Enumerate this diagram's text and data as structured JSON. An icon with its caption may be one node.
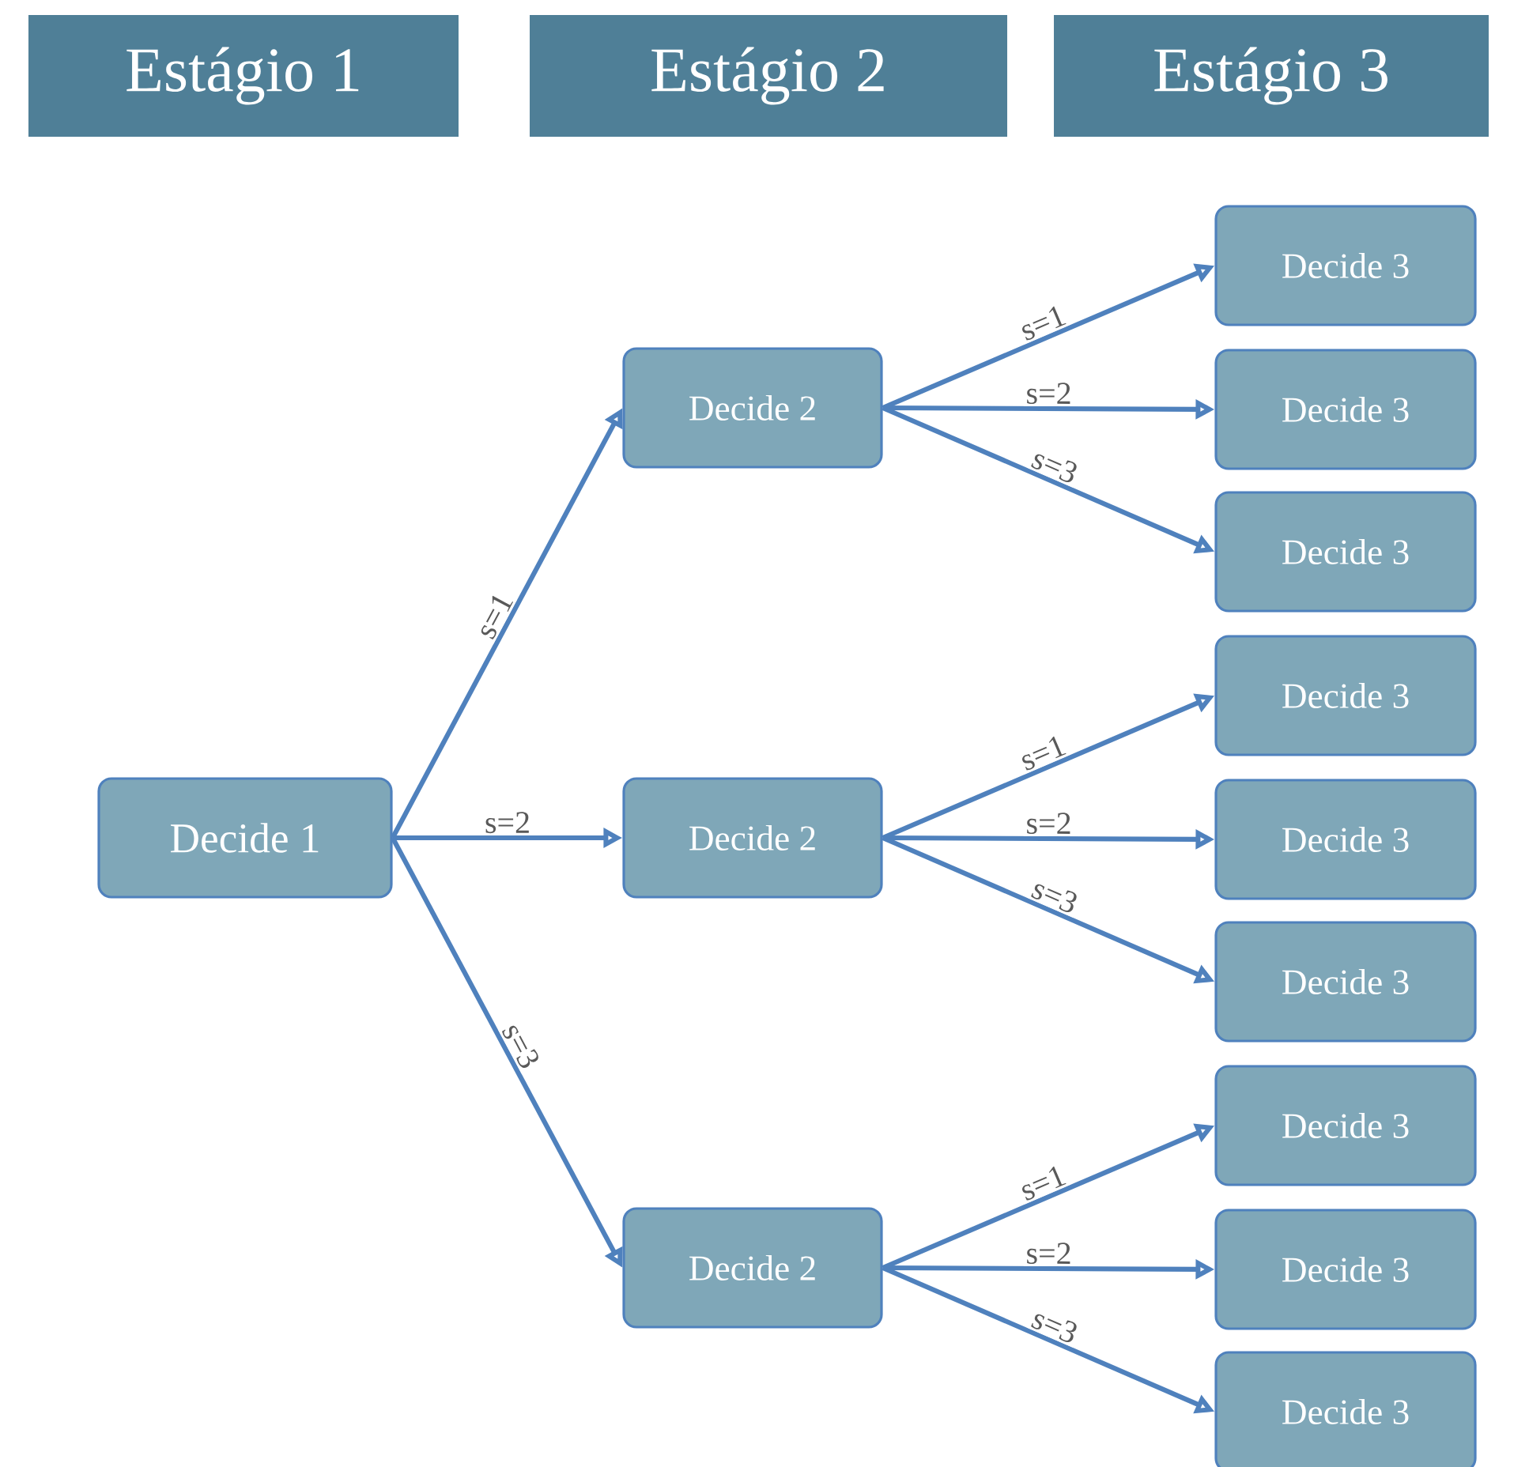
{
  "diagram": {
    "nodes": [
      {
        "text": [
          "Estágio 1"
        ]
      },
      {
        "text": [
          "Estágio 2"
        ]
      },
      {
        "text": [
          "Estágio 3"
        ]
      },
      {
        "text": [
          "Decide 1"
        ]
      },
      {
        "text": [
          "Decide 2"
        ]
      },
      {
        "text": [
          "Decide 2"
        ]
      },
      {
        "text": [
          "Decide 2"
        ]
      },
      {
        "text": [
          "Decide 3"
        ]
      },
      {
        "text": [
          "Decide 3"
        ]
      },
      {
        "text": [
          "Decide 3"
        ]
      },
      {
        "text": [
          "Decide 3"
        ]
      },
      {
        "text": [
          "Decide 3"
        ]
      },
      {
        "text": [
          "Decide 3"
        ]
      },
      {
        "text": [
          "Decide 3"
        ]
      },
      {
        "text": [
          "Decide 3"
        ]
      },
      {
        "text": [
          "Decide 3"
        ]
      }
    ],
    "edges": [
      {
        "from": 3,
        "to": 4,
        "arrow": "to",
        "label": "s=1"
      },
      {
        "from": 3,
        "to": 5,
        "arrow": "to",
        "label": "s=2"
      },
      {
        "from": 3,
        "to": 6,
        "arrow": "to",
        "label": "s=3"
      },
      {
        "from": 4,
        "to": 7,
        "arrow": "to",
        "label": "s=1"
      },
      {
        "from": 4,
        "to": 8,
        "arrow": "to",
        "label": "s=2"
      },
      {
        "from": 4,
        "to": 9,
        "arrow": "to",
        "label": "s=3"
      },
      {
        "from": 5,
        "to": 10,
        "arrow": "to",
        "label": "s=1"
      },
      {
        "from": 5,
        "to": 11,
        "arrow": "to",
        "label": "s=2"
      },
      {
        "from": 5,
        "to": 12,
        "arrow": "to",
        "label": "s=3"
      },
      {
        "from": 6,
        "to": 13,
        "arrow": "to",
        "label": "s=1"
      },
      {
        "from": 6,
        "to": 14,
        "arrow": "to",
        "label": "s=2"
      },
      {
        "from": 6,
        "to": 15,
        "arrow": "to",
        "label": "s=3"
      }
    ]
  }
}
